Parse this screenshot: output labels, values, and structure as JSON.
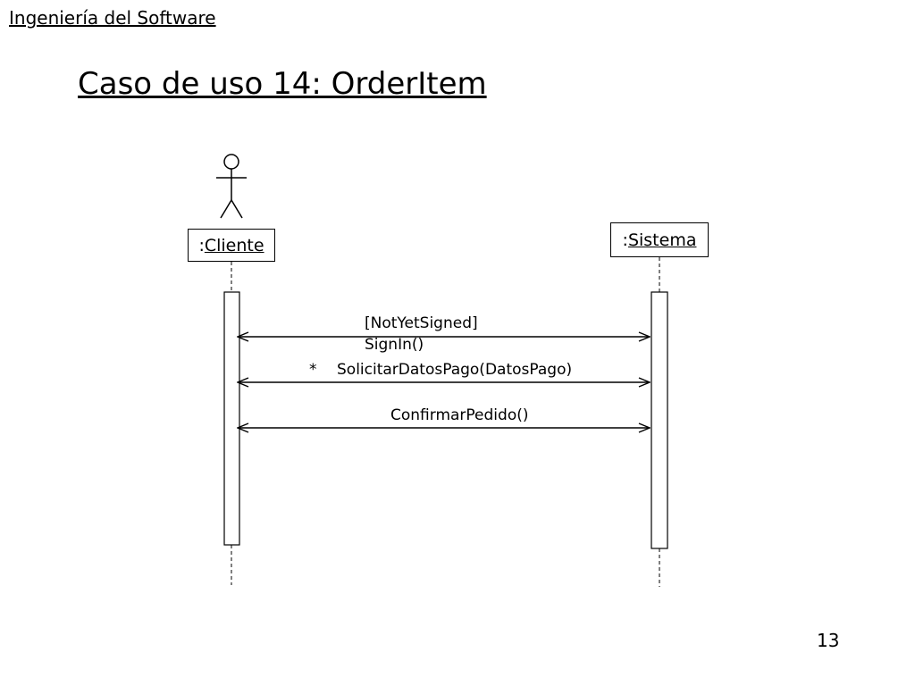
{
  "header": {
    "course_title": "Ingeniería del Software"
  },
  "slide": {
    "title": "Caso de uso 14: OrderItem",
    "page_number": "13"
  },
  "participants": {
    "cliente": {
      "prefix": ":",
      "name": "Cliente"
    },
    "sistema": {
      "prefix": ":",
      "name": "Sistema"
    }
  },
  "messages": {
    "signin": {
      "guard": "[NotYetSigned]",
      "label": "SignIn()"
    },
    "solicitar": {
      "iteration": "*",
      "label": "SolicitarDatosPago(DatosPago)"
    },
    "confirmar": {
      "label": "ConfirmarPedido()"
    }
  }
}
